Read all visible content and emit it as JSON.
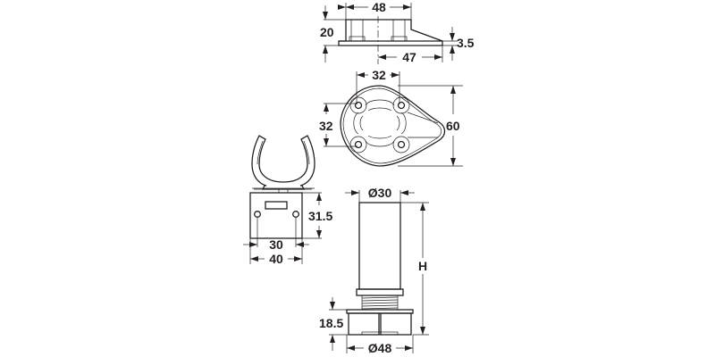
{
  "drawing": {
    "title": "Furniture leg with base plate and plinth clip - dimensioned technical drawing",
    "ink_color": "#231f20",
    "background": "#ffffff",
    "views": {
      "base_side_view": {
        "dims": {
          "top_width": "48",
          "height": "20",
          "plate_thickness": "3.5",
          "half_length": "47"
        }
      },
      "base_top_view": {
        "dims": {
          "hole_spacing_x": "32",
          "hole_spacing_y": "32",
          "overall_height": "60"
        }
      },
      "clip_view": {
        "dims": {
          "body_height": "31.5",
          "hole_spacing": "30",
          "body_width": "40"
        }
      },
      "leg_view": {
        "dims": {
          "tube_diameter": "Ø30",
          "overall_height": "H",
          "foot_height": "18.5",
          "foot_diameter": "Ø48"
        }
      }
    }
  }
}
